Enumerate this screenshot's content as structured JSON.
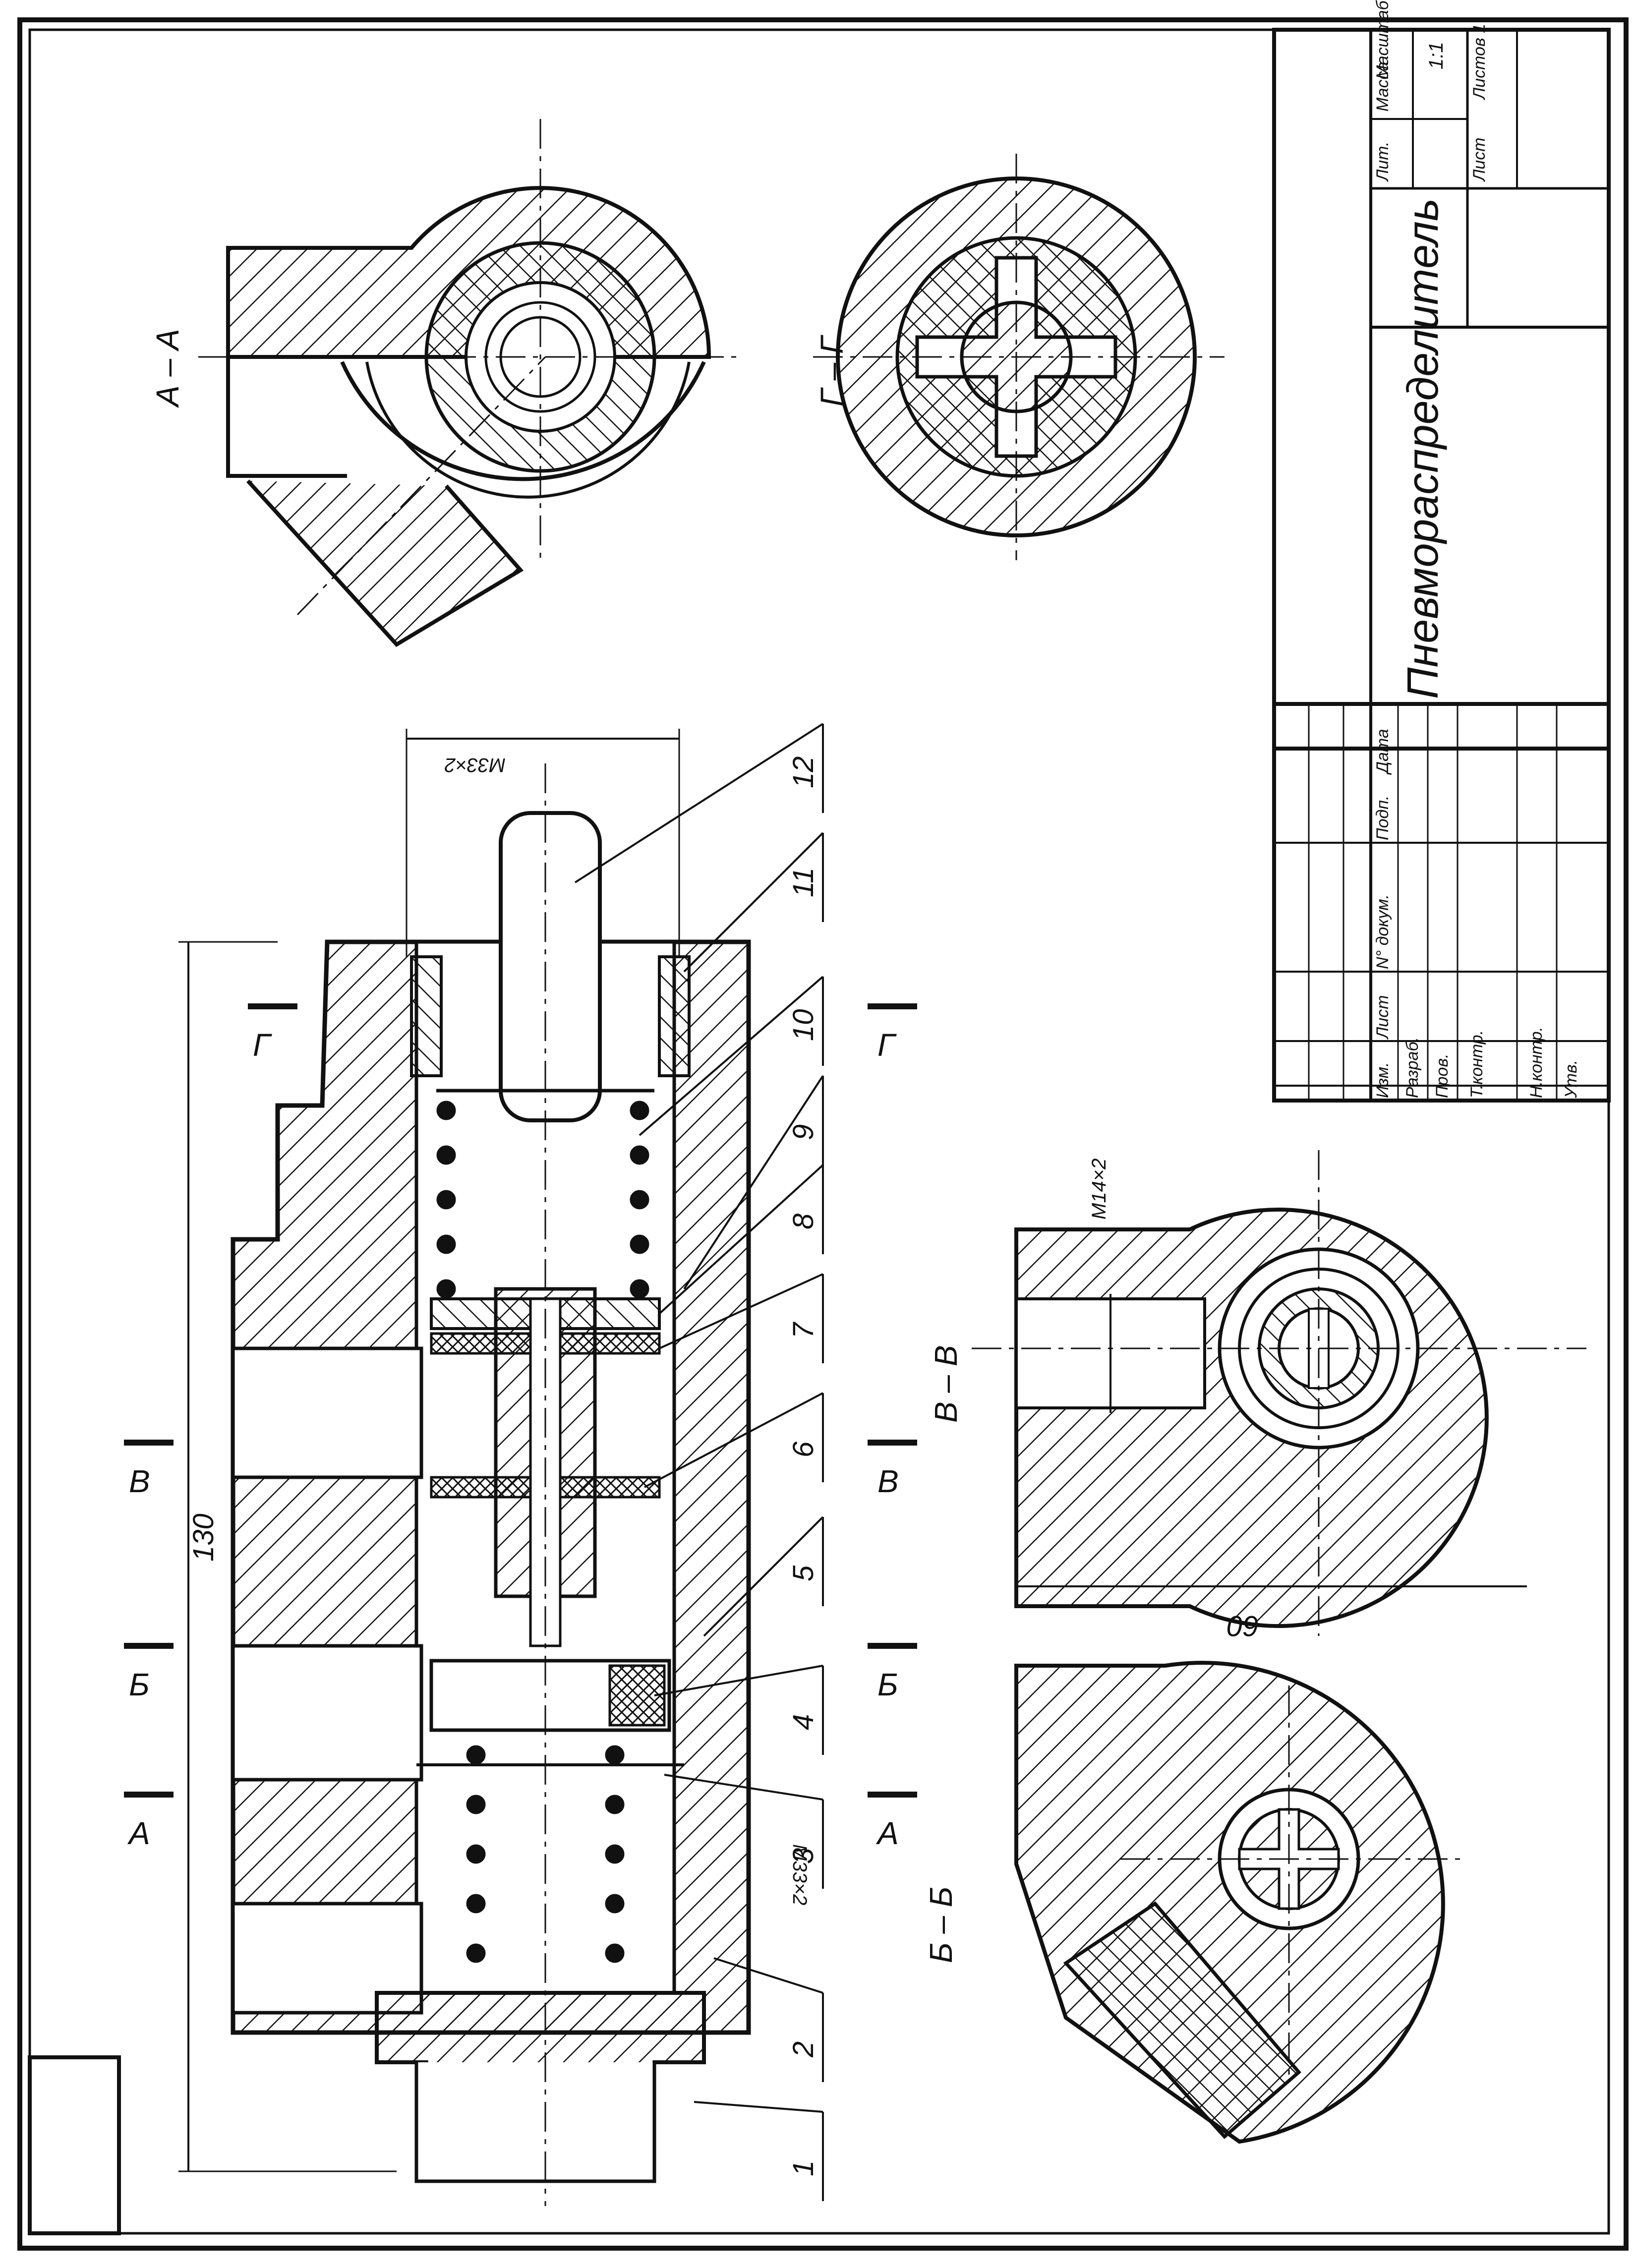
{
  "colors": {
    "ink": "#111111",
    "paper": "#ffffff"
  },
  "sections": {
    "aa": "А – А",
    "gg": "Г – Г",
    "vv": "В – В",
    "bb": "Б – Б"
  },
  "cut_marks": {
    "a": "А",
    "b": "Б",
    "v": "В",
    "g": "Г"
  },
  "dimensions": {
    "length": "130",
    "thread_top": "М33×2",
    "thread_bottom": "М33×2",
    "thread_side": "М14×2",
    "diameter": "60"
  },
  "callouts": [
    "1",
    "2",
    "3",
    "4",
    "5",
    "6",
    "7",
    "8",
    "9",
    "10",
    "11",
    "12"
  ],
  "title_block": {
    "name": "Пневмораспределитель",
    "lit": "Лит.",
    "mass": "Масса",
    "scale": "Масштаб",
    "scale_value": "1:1",
    "sheet": "Лист",
    "sheets": "Листов 1",
    "rev_headers": [
      "Изм.",
      "Лист",
      "N° докум.",
      "Подп.",
      "Дата"
    ],
    "roles": [
      "Разраб.",
      "Пров.",
      "Т.контр.",
      "Н.контр.",
      "Утв."
    ]
  }
}
